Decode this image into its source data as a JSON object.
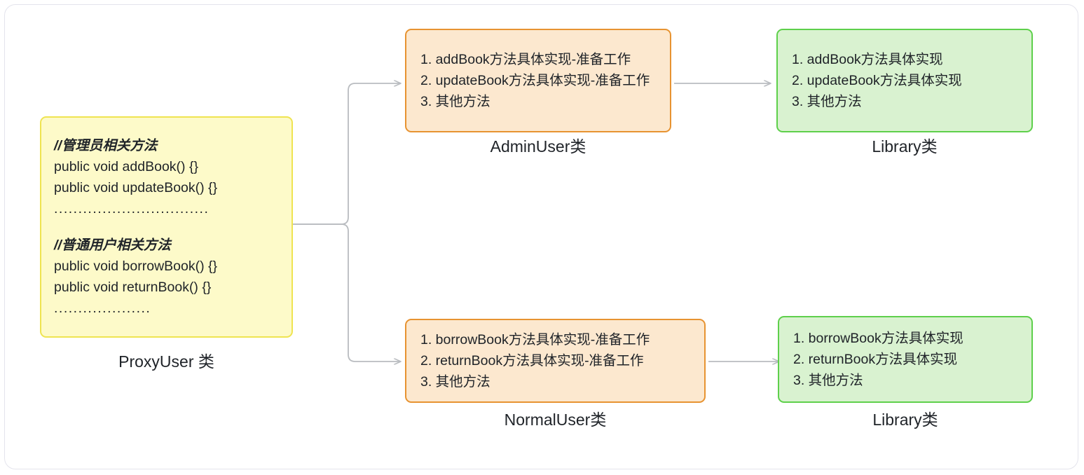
{
  "diagram": {
    "title": "ProxyUser delegation diagram",
    "colors": {
      "yellow_fill": "#fdfac9",
      "yellow_border": "#efe451",
      "orange_fill": "#fce8cf",
      "orange_border": "#e79331",
      "green_fill": "#d9f2d0",
      "green_border": "#5ed04b",
      "connector": "#b9bcc0",
      "frame_border": "#e4e4ec",
      "text": "#1f2328"
    },
    "nodes": {
      "proxy_user": {
        "caption": "ProxyUser 类",
        "lines": {
          "admin_comment": "//管理员相关方法",
          "admin_method_1": "public void addBook() {}",
          "admin_method_2": "public void updateBook() {}",
          "admin_ellipsis": "................................",
          "normal_comment": "//普通用户相关方法",
          "normal_method_1": "public void borrowBook() {}",
          "normal_method_2": "public void returnBook() {}",
          "normal_ellipsis": "...................."
        }
      },
      "admin_user": {
        "caption": "AdminUser类",
        "steps": [
          "1. addBook方法具体实现-准备工作",
          "2. updateBook方法具体实现-准备工作",
          "3. 其他方法"
        ]
      },
      "library_top": {
        "caption": "Library类",
        "steps": [
          "1. addBook方法具体实现",
          "2. updateBook方法具体实现",
          "3. 其他方法"
        ]
      },
      "normal_user": {
        "caption": "NormalUser类",
        "steps": [
          "1. borrowBook方法具体实现-准备工作",
          "2. returnBook方法具体实现-准备工作",
          "3. 其他方法"
        ]
      },
      "library_bottom": {
        "caption": "Library类",
        "steps": [
          "1. borrowBook方法具体实现",
          "2. returnBook方法具体实现",
          "3. 其他方法"
        ]
      }
    },
    "connectors": [
      {
        "from": "proxy_user",
        "to": "admin_user",
        "style": "elbow-arrow"
      },
      {
        "from": "proxy_user",
        "to": "normal_user",
        "style": "elbow-arrow"
      },
      {
        "from": "admin_user",
        "to": "library_top",
        "style": "straight-arrow"
      },
      {
        "from": "normal_user",
        "to": "library_bottom",
        "style": "straight-arrow"
      }
    ]
  }
}
